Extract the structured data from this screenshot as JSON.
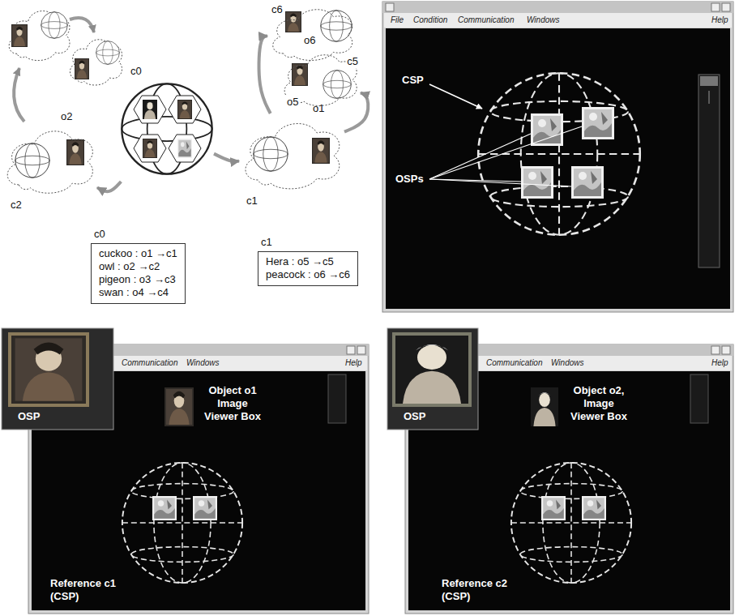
{
  "diagram": {
    "nodes": [
      {
        "text": [
          "c0"
        ]
      },
      {
        "text": [
          "c2",
          "o2"
        ]
      },
      {
        "text": [
          "c1",
          "o1"
        ]
      },
      {
        "text": [
          "c6",
          "o6"
        ]
      },
      {
        "text": [
          "c5",
          "o5"
        ]
      },
      {
        "text": [
          "c0",
          "cuckoo : o1 →c1",
          "owl : o2 →c2",
          "pigeon : o3 →c3",
          "swan : o4 →c4"
        ]
      },
      {
        "text": [
          "c1",
          "Hera : o5 →c5",
          "peacock : o6 →c6"
        ]
      }
    ],
    "edges": [
      {
        "from": 0,
        "to": 1,
        "arrow": "to"
      },
      {
        "from": 0,
        "to": 2,
        "arrow": "to"
      },
      {
        "from": 2,
        "to": 3,
        "arrow": "to"
      },
      {
        "from": 2,
        "to": 4,
        "arrow": "to"
      }
    ],
    "labels": [
      "File",
      "Condition",
      "Communication",
      "Windows",
      "Help",
      "CSP",
      "OSPs",
      "Communication",
      "Windows",
      "Help",
      "OSP",
      "Object o1 Image Viewer Box",
      "Reference c1 (CSP)",
      "Communication",
      "Windows",
      "Help",
      "OSP",
      "Object o2, Image Viewer Box",
      "Reference c2 (CSP)"
    ]
  }
}
